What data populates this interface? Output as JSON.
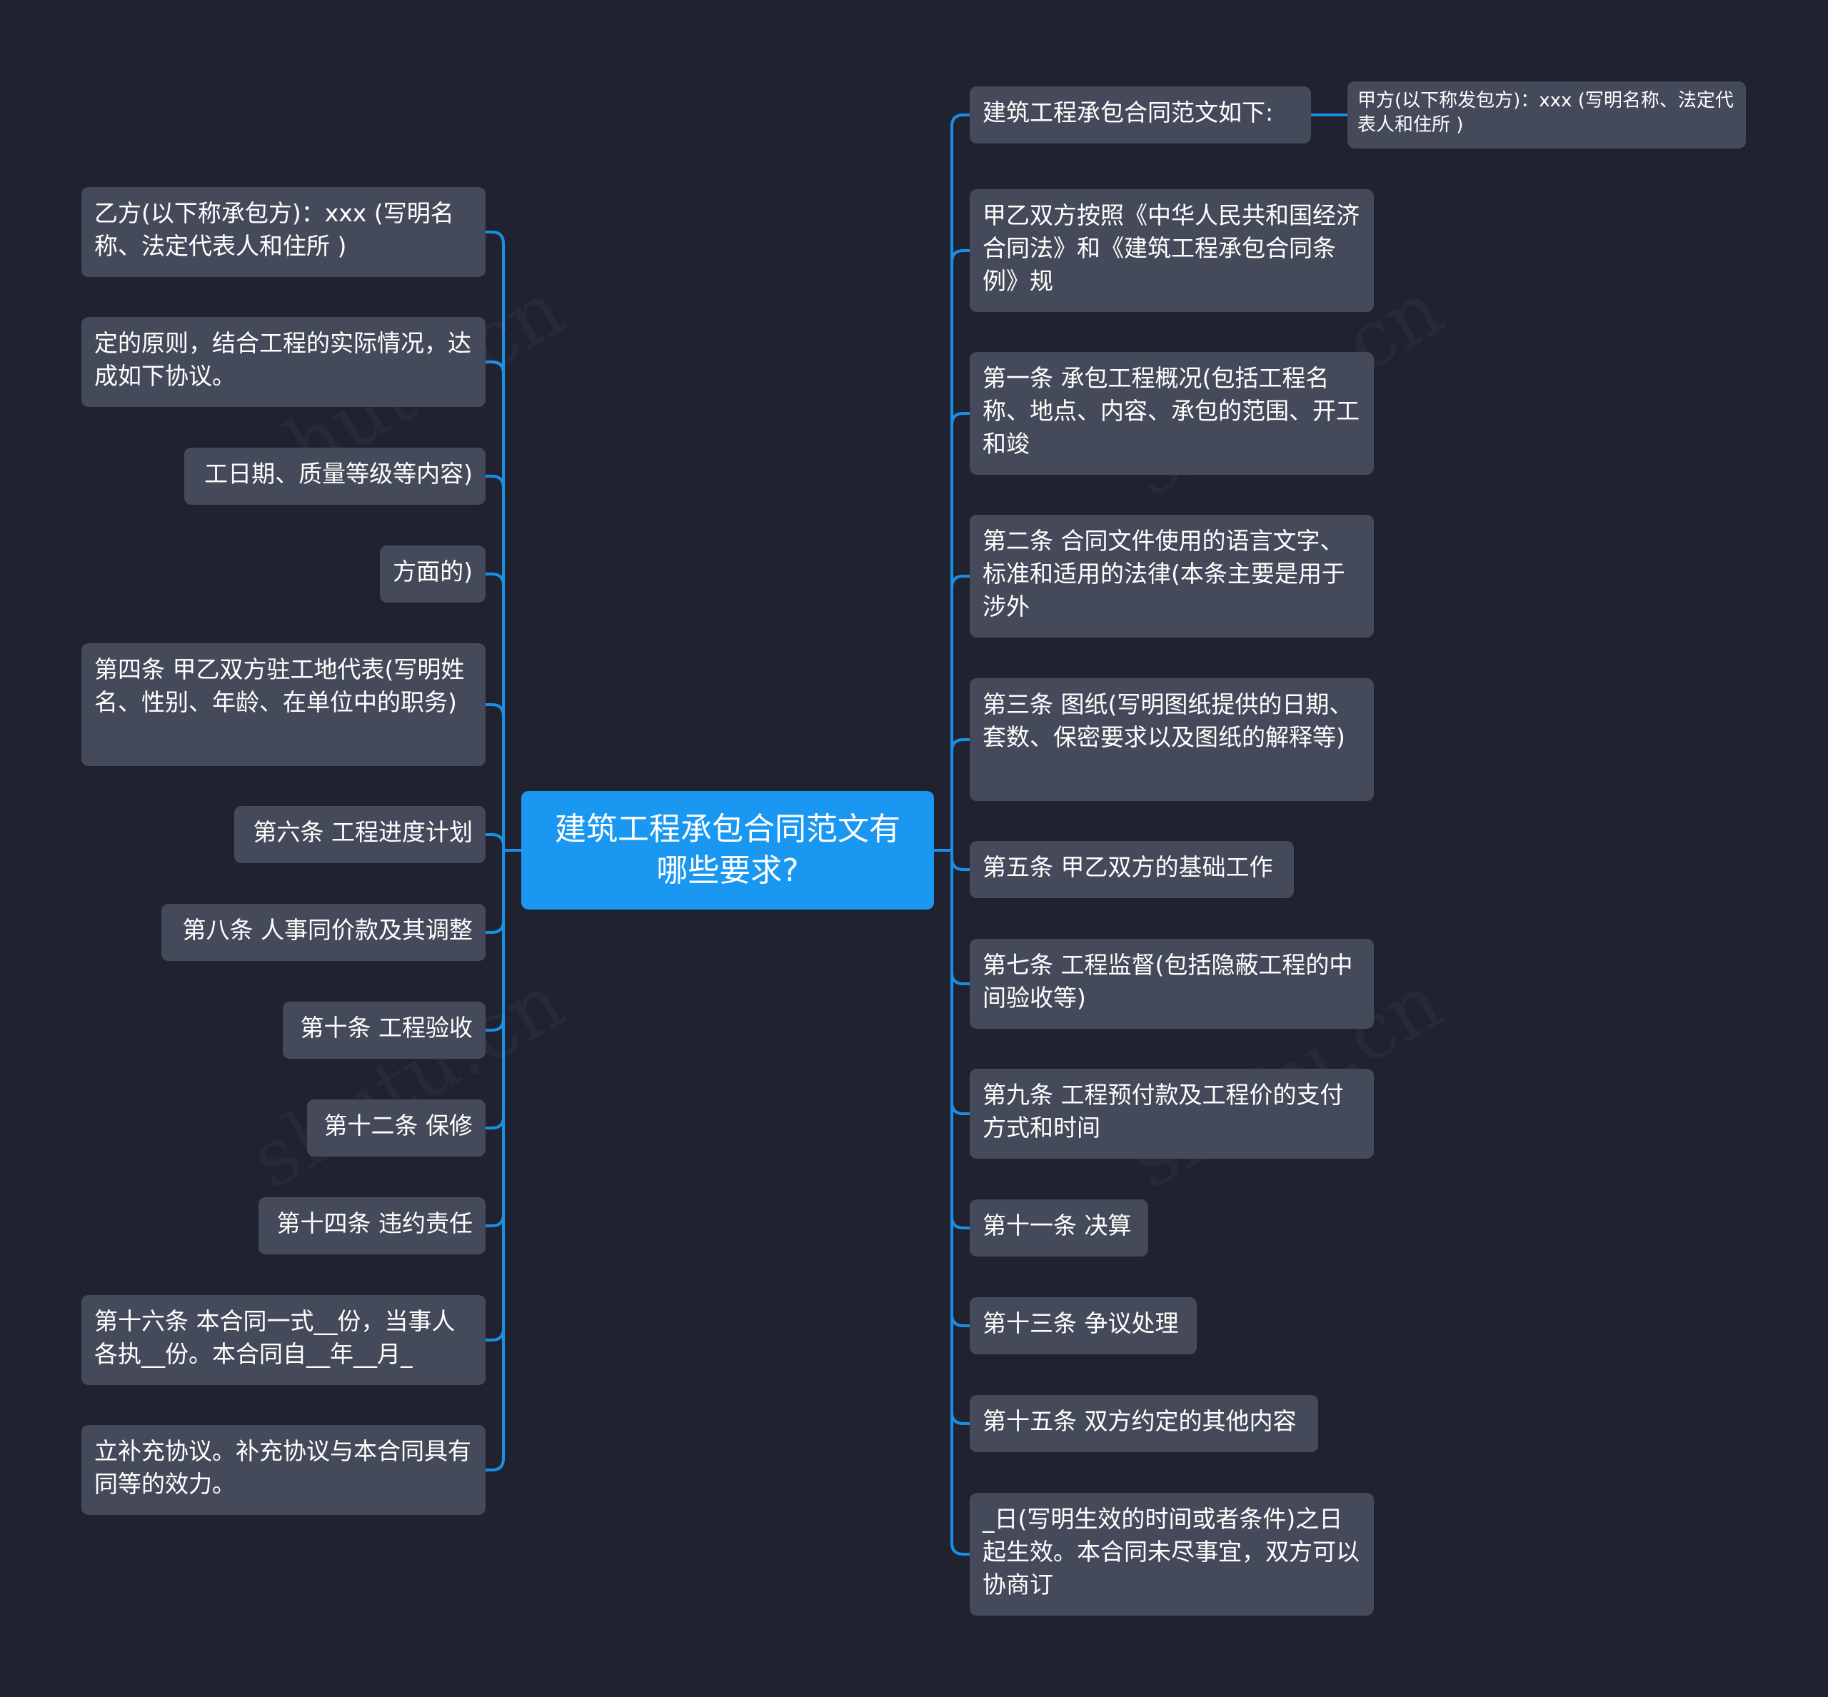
{
  "theme": {
    "background": "#20232f",
    "node_fill": "#444a59",
    "root_fill": "#1a97f0",
    "link_color": "#1a8fe6"
  },
  "root": {
    "text": "建筑工程承包合同范文有哪些要求?"
  },
  "right_nodes": [
    {
      "text": "建筑工程承包合同范文如下:"
    },
    {
      "text": "甲乙双方按照《中华人民共和国经济合同法》和《建筑工程承包合同条例》规"
    },
    {
      "text": "第一条 承包工程概况(包括工程名称、地点、内容、承包的范围、开工和竣"
    },
    {
      "text": "第二条 合同文件使用的语言文字、标准和适用的法律(本条主要是用于涉外"
    },
    {
      "text": "第三条 图纸(写明图纸提供的日期、套数、保密要求以及图纸的解释等)"
    },
    {
      "text": "第五条 甲乙双方的基础工作"
    },
    {
      "text": "第七条 工程监督(包括隐蔽工程的中间验收等)"
    },
    {
      "text": "第九条 工程预付款及工程价的支付方式和时间"
    },
    {
      "text": "第十一条 决算"
    },
    {
      "text": "第十三条 争议处理"
    },
    {
      "text": "第十五条 双方约定的其他内容"
    },
    {
      "text": "_日(写明生效的时间或者条件)之日起生效。本合同未尽事宜，双方可以协商订"
    }
  ],
  "sub_node": {
    "text": "甲方(以下称发包方)：xxx (写明名称、法定代表人和住所 )"
  },
  "left_nodes": [
    {
      "text": "乙方(以下称承包方)：xxx (写明名称、法定代表人和住所 )"
    },
    {
      "text": "定的原则，结合工程的实际情况，达成如下协议。"
    },
    {
      "text": "工日期、质量等级等内容)"
    },
    {
      "text": "方面的)"
    },
    {
      "text": "第四条 甲乙双方驻工地代表(写明姓名、性别、年龄、在单位中的职务)"
    },
    {
      "text": "第六条 工程进度计划"
    },
    {
      "text": "第八条 人事同价款及其调整"
    },
    {
      "text": "第十条 工程验收"
    },
    {
      "text": "第十二条 保修"
    },
    {
      "text": "第十四条 违约责任"
    },
    {
      "text": "第十六条 本合同一式__份，当事人各执__份。本合同自__年__月_"
    },
    {
      "text": "立补充协议。补充协议与本合同具有同等的效力。"
    }
  ]
}
